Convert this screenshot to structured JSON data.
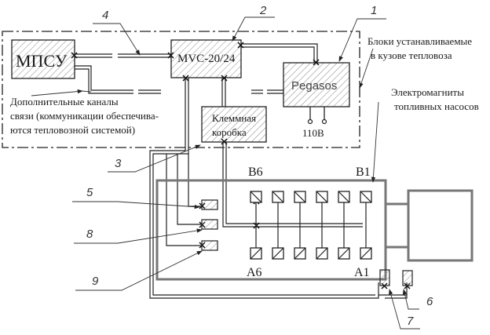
{
  "diagram": {
    "type": "block-diagram",
    "language": "ru",
    "blocks": {
      "mpsu": "МПСУ",
      "mvc": "MVC-20/24",
      "pegasos": "Pegasos",
      "terminal_box_line1": "Клеммная",
      "terminal_box_line2": "коробка"
    },
    "annotations": {
      "body_units_line1": "Блоки устанавливаемые",
      "body_units_line2": "в кузове тепловоза",
      "extra_channels_line1": "Дополнительные каналы",
      "extra_channels_line2": "связи (коммуникации обеспечива-",
      "extra_channels_line3": "ются тепловозной системой)",
      "solenoids_line1": "Электромагниты",
      "solenoids_line2": "топливных насосов",
      "power": "110В"
    },
    "pump_labels": {
      "b6": "B6",
      "b1": "B1",
      "a6": "A6",
      "a1": "A1"
    },
    "callouts": [
      "1",
      "2",
      "3",
      "4",
      "5",
      "6",
      "7",
      "8",
      "9"
    ],
    "colors": {
      "line": "#1a1a1a",
      "engine_outline": "#777777",
      "hatch": "#888888"
    }
  }
}
